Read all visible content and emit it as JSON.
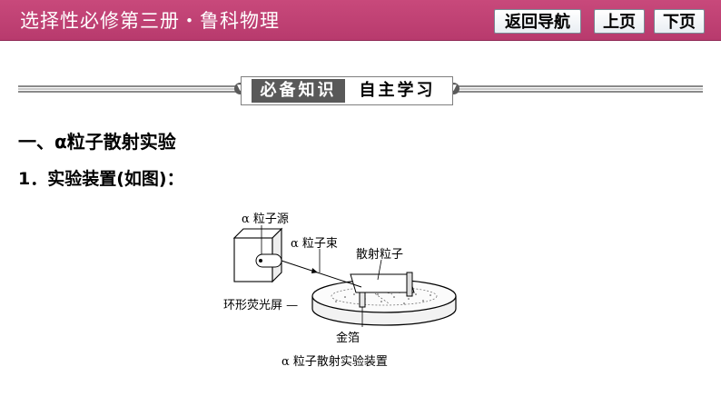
{
  "header": {
    "title": "选择性必修第三册・鲁科物理",
    "buttons": {
      "back": "返回导航",
      "prev": "上页",
      "next": "下页"
    }
  },
  "section": {
    "tag_dark": "必备知识",
    "tag_light": "自主学习"
  },
  "content": {
    "heading1": "一、α粒子散射实验",
    "heading2": "1．实验装置(如图)："
  },
  "figure": {
    "labels": {
      "source": "α 粒子源",
      "beam": "α 粒子束",
      "scatter": "散射粒子",
      "screen": "环形荧光屏 —",
      "foil": "金箔"
    },
    "caption": "α 粒子散射实验装置"
  }
}
